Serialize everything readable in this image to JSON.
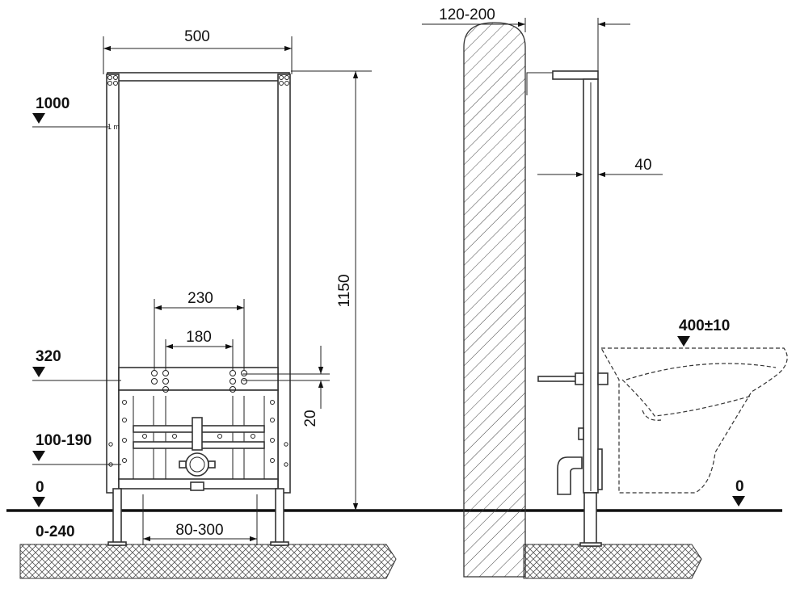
{
  "front_view": {
    "width_dim": "500",
    "height_dim": "1150",
    "pipe_spacing_outer": "230",
    "pipe_spacing_inner": "180",
    "pipe_gap": "20",
    "foot_spacing": "80-300"
  },
  "side_view": {
    "wall_offset": "120-200",
    "frame_depth": "40",
    "bowl_height": "400±10",
    "floor_level": "0"
  },
  "levels": {
    "l1000": "1000",
    "l320": "320",
    "l100_190": "100-190",
    "l0": "0",
    "l0_240": "0-240"
  },
  "marks": {
    "frame_1m": "1 m"
  },
  "colors": {
    "line": "#222222",
    "floor": "#111111",
    "background": "#ffffff"
  }
}
